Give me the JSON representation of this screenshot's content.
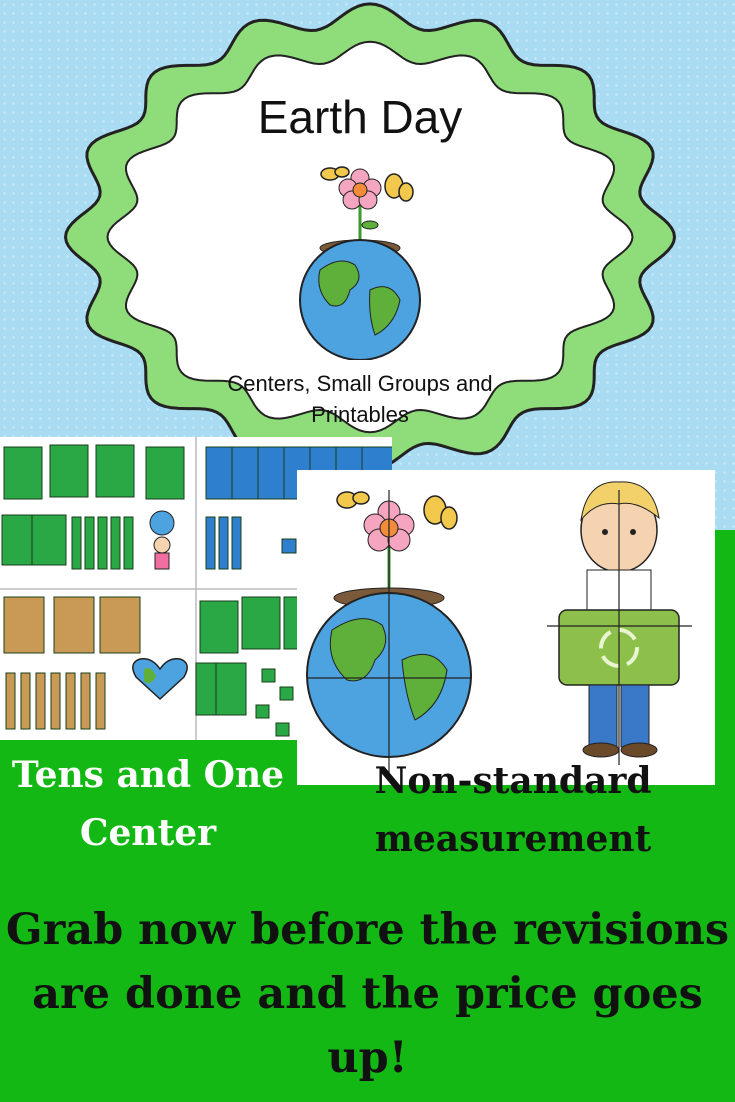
{
  "cover": {
    "title": "Earth Day",
    "subtitle_line1": "Centers, Small Groups and",
    "subtitle_line2": "Printables"
  },
  "captions": {
    "tens_line1": "Tens and One",
    "tens_line2": "Center",
    "measure_line1": "Non-standard",
    "measure_line2": "measurement"
  },
  "promo": {
    "line1": "Grab now before the revisions",
    "line2": "are done and the price goes",
    "line3": "up!"
  },
  "icons": [
    "earth-globe-icon",
    "flower-icon",
    "butterfly-icon",
    "heart-globe-icon",
    "recycle-icon",
    "boy-icon",
    "girl-icon"
  ],
  "colors": {
    "sky": "#a9dcf3",
    "frame_green": "#8fdc7a",
    "grass": "#14b814",
    "ten_green": "#2aa845",
    "ten_blue": "#2f7fcf",
    "ten_tan": "#c99a55",
    "ocean": "#4da3e0",
    "land": "#5fb03a"
  }
}
